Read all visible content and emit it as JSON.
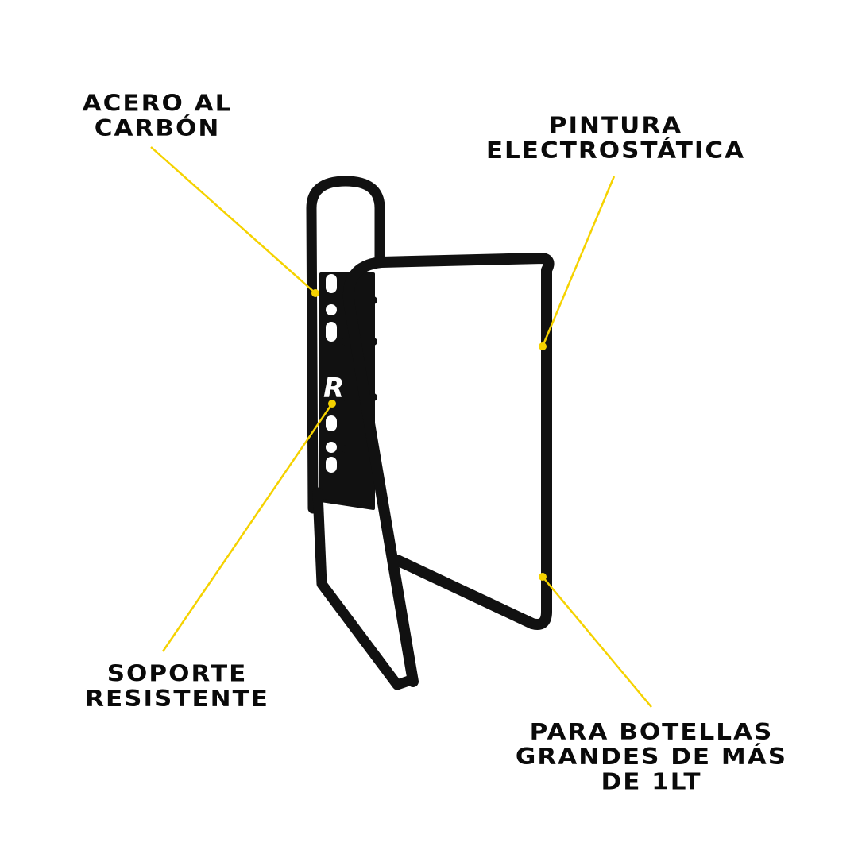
{
  "colors": {
    "background": "#ffffff",
    "text": "#0a0a0a",
    "callout": "#f5d200",
    "product": "#111111",
    "logo": "#ffffff"
  },
  "product": {
    "name": "bottle-cage",
    "logo_letter": "R"
  },
  "callouts": [
    {
      "id": "material",
      "lines": [
        "ACERO AL",
        "CARBÓN"
      ],
      "dot": [
        397,
        369
      ],
      "line_end": [
        190,
        185
      ]
    },
    {
      "id": "paint",
      "lines": [
        "PINTURA",
        "ELECTROSTÁTICA"
      ],
      "dot": [
        683,
        436
      ],
      "line_end": [
        773,
        222
      ]
    },
    {
      "id": "support",
      "lines": [
        "SOPORTE",
        "RESISTENTE"
      ],
      "dot": [
        418,
        508
      ],
      "line_end": [
        205,
        820
      ]
    },
    {
      "id": "capacity",
      "lines": [
        "PARA BOTELLAS",
        "GRANDES DE MÁS",
        "DE 1LT"
      ],
      "dot": [
        683,
        726
      ],
      "line_end": [
        820,
        890
      ]
    }
  ]
}
